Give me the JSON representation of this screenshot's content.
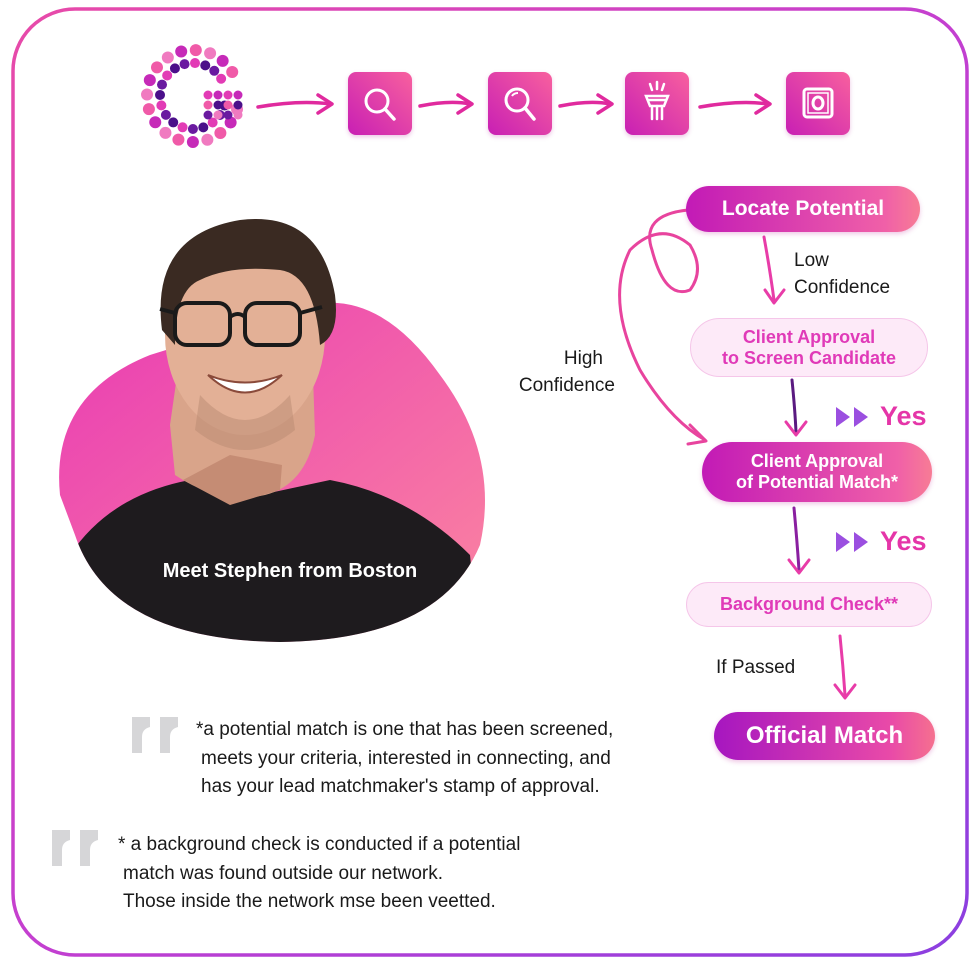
{
  "process_icons": [
    "logo-g-icon",
    "search-icon",
    "magnifier-icon",
    "filter-icon",
    "safe-icon"
  ],
  "photo": {
    "caption": "Meet Stephen from Boston"
  },
  "flow": {
    "locate": "Locate Potential",
    "low_confidence": [
      "Low",
      "Confidence"
    ],
    "high_confidence": [
      "High",
      "Confidence"
    ],
    "screen": [
      "Client Approval",
      "to Screen Candidate"
    ],
    "yes1": "Yes",
    "potential": [
      "Client Approval",
      "of Potential Match*"
    ],
    "yes2": "Yes",
    "background": "Background Check**",
    "if_passed": "If Passed",
    "official": "Official Match"
  },
  "notes": {
    "note1": [
      "*a potential match is one that has been screened,",
      "meets your criteria, interested in connecting, and",
      "has your lead matchmaker's stamp of approval."
    ],
    "note2": [
      "* a background check is conducted if a potential",
      "match was found outside our network.",
      "Those inside the network mse been veetted."
    ]
  },
  "colors": {
    "pink": "#e535a8",
    "purple": "#8a2be2",
    "light_pink": "#fdeaf8"
  }
}
